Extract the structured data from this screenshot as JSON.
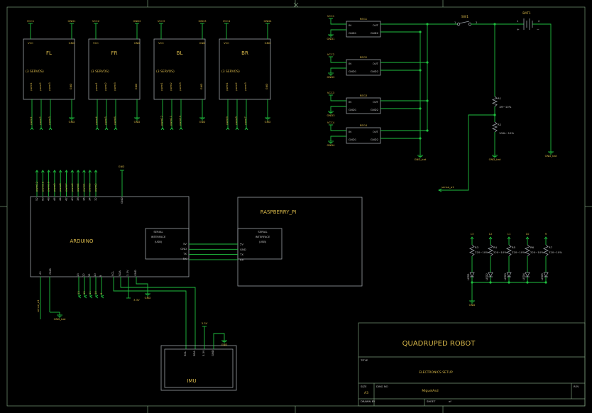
{
  "modules": [
    {
      "name": "FL",
      "sub": "(3 SERVOS)",
      "vcc": "VCC1",
      "gnd": "GND1",
      "pins": [
        "pwm1",
        "pwm2",
        "pwm3"
      ],
      "gndpin": "GND",
      "nets": [
        "pwm1",
        "pwm2",
        "pwm3"
      ],
      "gndnet": "GND"
    },
    {
      "name": "FR",
      "sub": "(3 SERVOS)",
      "vcc": "VCC2",
      "gnd": "GND2",
      "pins": [
        "pwm1",
        "pwm2",
        "pwm3"
      ],
      "gndpin": "GND",
      "nets": [
        "pwm4",
        "pwm5",
        "pwm6"
      ],
      "gndnet": "GND"
    },
    {
      "name": "BL",
      "sub": "(3 SERVOS)",
      "vcc": "VCC3",
      "gnd": "GND3",
      "pins": [
        "pwm1",
        "pwm2",
        "pwm3"
      ],
      "gndpin": "GND",
      "nets": [
        "pwm12",
        "pwm11",
        "pwm10"
      ],
      "gndnet": "GND"
    },
    {
      "name": "BR",
      "sub": "(3 SERVOS)",
      "vcc": "VCC4",
      "gnd": "GND4",
      "pins": [
        "pwm1",
        "pwm2",
        "pwm3"
      ],
      "gndpin": "GND",
      "nets": [
        "pwm9",
        "pwm8",
        "pwm7"
      ],
      "gndnet": "GND"
    }
  ],
  "regs": [
    {
      "name": "REG1",
      "vcc": "VCC1",
      "gnd": "GND1",
      "in": "IN",
      "out": "OUT",
      "gndL": "GND1",
      "gndR": "GND2"
    },
    {
      "name": "REG2",
      "vcc": "VCC2",
      "gnd": "GND2",
      "in": "IN",
      "out": "OUT",
      "gndL": "GND1",
      "gndR": "GND2"
    },
    {
      "name": "REG3",
      "vcc": "VCC3",
      "gnd": "GND3",
      "in": "IN",
      "out": "OUT",
      "gndL": "GND1",
      "gndR": "GND2"
    },
    {
      "name": "REG4",
      "vcc": "VCC4",
      "gnd": "GND4",
      "in": "IN",
      "out": "OUT",
      "gndL": "GND1",
      "gndR": "GND2"
    }
  ],
  "power": {
    "sw": "SW1",
    "sw_p1": "1",
    "sw_p2": "2",
    "bat": "BAT1",
    "bat_p1": "1",
    "bat_p2": "2",
    "bat_plus": "+",
    "bat_minus": "−",
    "r1": "R1",
    "r1v": "1M~10%",
    "r2": "R2",
    "r2v": "100k~10%",
    "gnd_bat": "GND_bat",
    "sense": "sense_a1"
  },
  "arduino": {
    "name": "ARDUINO",
    "serial": [
      "SERIAL",
      "INTERFACE",
      "(USB)"
    ],
    "pins": [
      "5V",
      "GND",
      "TX",
      "RX"
    ],
    "top_pins": [
      "52",
      "50",
      "48",
      "46",
      "44",
      "42",
      "40",
      "38",
      "36",
      "34",
      "32"
    ],
    "top_nets": [
      "pwm12",
      "pwm11",
      "pwm10",
      "pwm9",
      "pwm8",
      "pwm7",
      "pwm6",
      "pwm5",
      "pwm4",
      "pwm3",
      "pwm2"
    ],
    "gnd_label": "GND",
    "a1": "A1",
    "gnd2": "GND",
    "sense": "sense_a1",
    "gnd_bat": "GND_bat",
    "led_pins": [
      "13",
      "12",
      "11",
      "10",
      "9"
    ],
    "i2c": [
      "SCL",
      "SDA",
      "3.3V",
      "GND"
    ],
    "v33": "3.3V",
    "gnd_sym": "GND"
  },
  "rpi": {
    "name": "RASPBERRY_PI",
    "serial": [
      "SERIAL",
      "INTERFACE",
      "(USB)"
    ],
    "pins": [
      "5V",
      "GND",
      "TX",
      "RX"
    ]
  },
  "leds": {
    "labels": [
      "13",
      "12",
      "11",
      "10",
      "9"
    ],
    "resistors": [
      "R3",
      "R4",
      "R5",
      "R6",
      "R7"
    ],
    "values": [
      "220~10%",
      "220~10%",
      "220~10%",
      "220~10%",
      "220~10%"
    ],
    "leds": [
      "LED1",
      "LED2",
      "LED3",
      "LED4",
      "LED5"
    ],
    "gnd": "GND"
  },
  "imu": {
    "name": "IMU",
    "pins": [
      "SCL",
      "SDA",
      "3.3V",
      "GND"
    ],
    "v33": "3.3V",
    "gnd": "GND"
  },
  "title_block": {
    "title": "QUADRUPED ROBOT",
    "title_lbl": "TITLE",
    "subtitle": "ELECTRONICS SETUP",
    "size_lbl": "SIZE",
    "size": "A3",
    "dwg_lbl": "DWG NO",
    "author": "MiguelAsd",
    "rev_lbl": "REV",
    "scale_lbl": "DRAWN BY",
    "sheet_lbl": "SHEET",
    "sheet": "of"
  }
}
